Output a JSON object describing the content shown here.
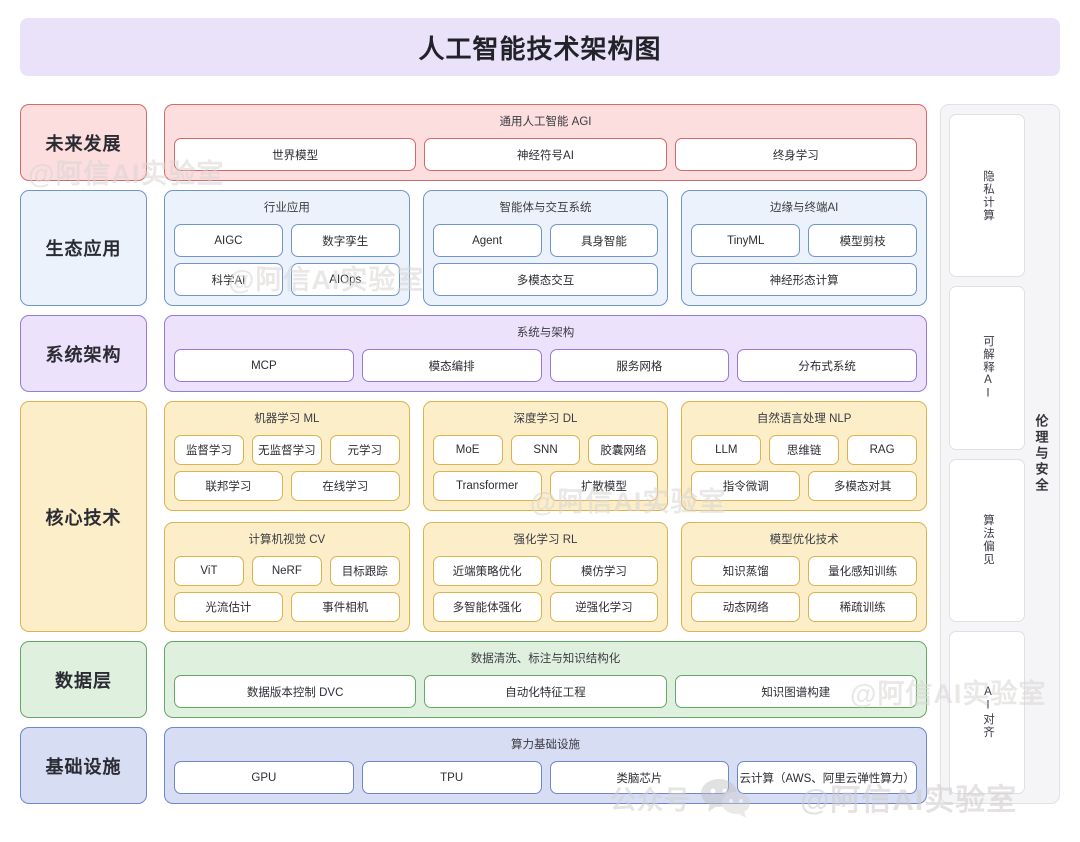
{
  "title": "人工智能技术架构图",
  "watermarks": {
    "handle": "@阿信AI实验室",
    "plain": "阿信AI实验室",
    "account_prefix": "公众号",
    "wechat_icon": "wechat-icon"
  },
  "palette": {
    "title_bg": "#e9e2f8",
    "future_bg": "#fbdedd",
    "future_border": "#d4696b",
    "eco_bg": "#ecf2fb",
    "eco_border": "#6f95cf",
    "sys_bg": "#ece2fb",
    "sys_border": "#9a78d8",
    "core_bg": "#fbeec9",
    "core_border": "#dcb34e",
    "data_bg": "#dff0de",
    "data_border": "#66a867",
    "infra_bg": "#d7ddf3",
    "infra_border": "#6f85cc",
    "rail_bg": "#f5f5f7",
    "rail_border": "#e2e2e6"
  },
  "layers": [
    {
      "label": "未来发展",
      "theme": "future",
      "groups": [
        {
          "title": "通用人工智能 AGI",
          "rows": [
            [
              "世界模型",
              "神经符号AI",
              "终身学习"
            ]
          ]
        }
      ]
    },
    {
      "label": "生态应用",
      "theme": "eco",
      "groups": [
        {
          "title": "行业应用",
          "rows": [
            [
              "AIGC",
              "数字孪生"
            ],
            [
              "科学AI",
              "AIOps"
            ]
          ]
        },
        {
          "title": "智能体与交互系统",
          "rows": [
            [
              "Agent",
              "具身智能"
            ],
            [
              "多模态交互"
            ]
          ]
        },
        {
          "title": "边缘与终端AI",
          "rows": [
            [
              "TinyML",
              "模型剪枝"
            ],
            [
              "神经形态计算"
            ]
          ]
        }
      ]
    },
    {
      "label": "系统架构",
      "theme": "sys",
      "groups": [
        {
          "title": "系统与架构",
          "rows": [
            [
              "MCP",
              "模态编排",
              "服务网格",
              "分布式系统"
            ]
          ]
        }
      ]
    },
    {
      "label": "核心技术",
      "theme": "core",
      "core_lines": [
        [
          {
            "title": "机器学习 ML",
            "rows": [
              [
                "监督学习",
                "无监督学习",
                "元学习"
              ],
              [
                "联邦学习",
                "在线学习"
              ]
            ]
          },
          {
            "title": "深度学习 DL",
            "rows": [
              [
                "MoE",
                "SNN",
                "胶囊网络"
              ],
              [
                "Transformer",
                "扩散模型"
              ]
            ]
          },
          {
            "title": "自然语言处理 NLP",
            "rows": [
              [
                "LLM",
                "思维链",
                "RAG"
              ],
              [
                "指令微调",
                "多模态对其"
              ]
            ]
          }
        ],
        [
          {
            "title": "计算机视觉 CV",
            "rows": [
              [
                "ViT",
                "NeRF",
                "目标跟踪"
              ],
              [
                "光流估计",
                "事件相机"
              ]
            ]
          },
          {
            "title": "强化学习 RL",
            "rows": [
              [
                "近端策略优化",
                "模仿学习"
              ],
              [
                "多智能体强化",
                "逆强化学习"
              ]
            ]
          },
          {
            "title": "模型优化技术",
            "rows": [
              [
                "知识蒸馏",
                "量化感知训练"
              ],
              [
                "动态网络",
                "稀疏训练"
              ]
            ]
          }
        ]
      ]
    },
    {
      "label": "数据层",
      "theme": "data",
      "groups": [
        {
          "title": "数据清洗、标注与知识结构化",
          "rows": [
            [
              "数据版本控制 DVC",
              "自动化特征工程",
              "知识图谱构建"
            ]
          ]
        }
      ]
    },
    {
      "label": "基础设施",
      "theme": "infra",
      "groups": [
        {
          "title": "算力基础设施",
          "rows": [
            [
              "GPU",
              "TPU",
              "类脑芯片",
              "云计算（AWS、阿里云弹性算力）"
            ]
          ]
        }
      ]
    }
  ],
  "rail": {
    "label": "伦理与安全",
    "items": [
      "隐私计算",
      "可解释AI",
      "算法偏见",
      "AI对齐"
    ]
  }
}
